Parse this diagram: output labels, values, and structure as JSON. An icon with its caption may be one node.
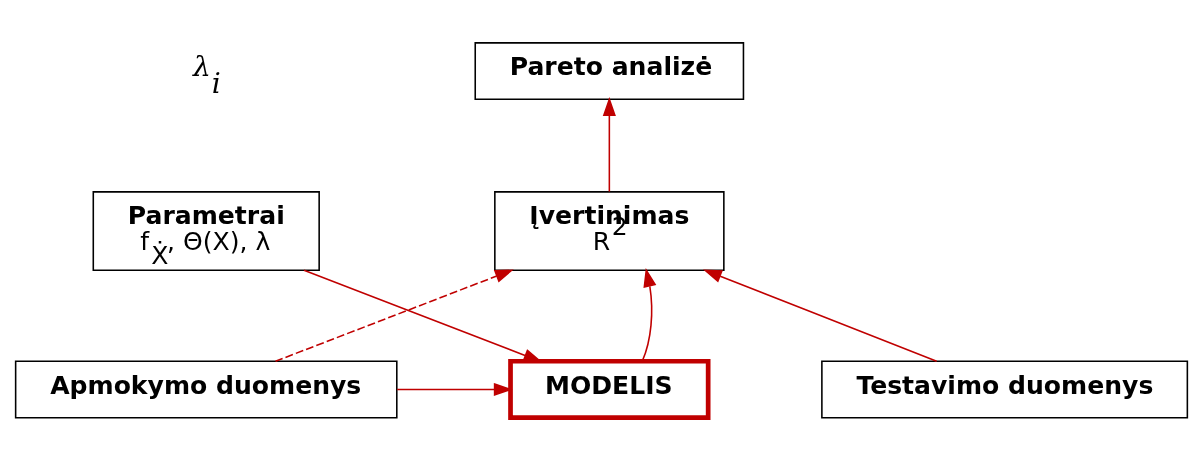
{
  "diagram": {
    "nodes": [
      {
        "text": [
          "Pareto analizė"
        ]
      },
      {
        "text": [
          "Parametrai",
          "f$_{Ẋ}$, Θ(X), λ"
        ]
      },
      {
        "text": [
          "Įvertinimas",
          "R$^{2}$"
        ]
      },
      {
        "text": [
          "Apmokymo duomenys"
        ]
      },
      {
        "text": [
          "MODELIS"
        ]
      },
      {
        "text": [
          "Testavimo duomenys"
        ]
      }
    ],
    "edges": [
      {
        "from": 1,
        "to": 4,
        "arrow": "to"
      },
      {
        "from": 3,
        "to": 2,
        "arrow": "to",
        "style": "dashed"
      },
      {
        "from": 3,
        "to": 4,
        "arrow": "to"
      },
      {
        "from": 4,
        "to": 2,
        "arrow": "to"
      },
      {
        "from": 2,
        "to": 0,
        "arrow": "to"
      },
      {
        "from": 5,
        "to": 2,
        "arrow": "to"
      }
    ],
    "labels": [
      "λ$_{i}$"
    ]
  }
}
